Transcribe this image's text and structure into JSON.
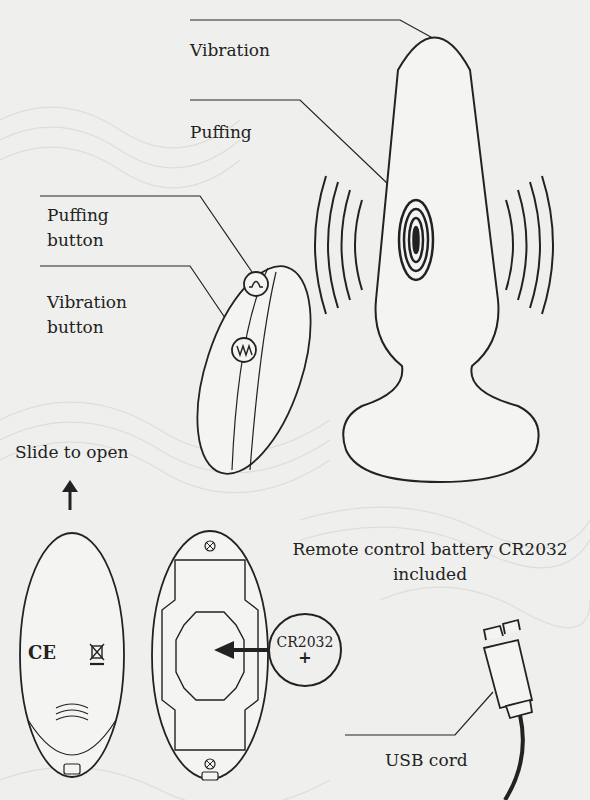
{
  "diagram": {
    "nodes": [
      {
        "text": [
          "CR2032",
          "+"
        ]
      }
    ],
    "labels": [
      "Vibration",
      "Puffing",
      "Puffing button",
      "Vibration button",
      "Slide to open",
      "Remote control battery CR2032 included",
      "CE",
      "USB cord"
    ]
  }
}
